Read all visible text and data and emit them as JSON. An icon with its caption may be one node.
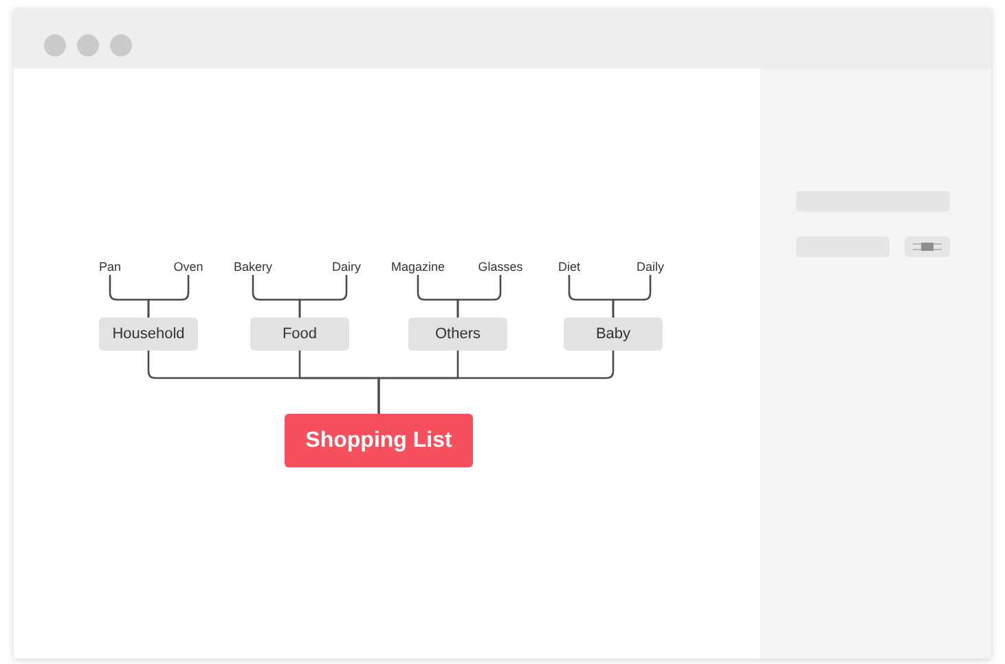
{
  "diagram": {
    "nodes": [
      {
        "text": [
          "Shopping List"
        ]
      },
      {
        "text": [
          "Household"
        ]
      },
      {
        "text": [
          "Food"
        ]
      },
      {
        "text": [
          "Others"
        ]
      },
      {
        "text": [
          "Baby"
        ]
      },
      {
        "text": [
          "Pan"
        ]
      },
      {
        "text": [
          "Oven"
        ]
      },
      {
        "text": [
          "Bakery"
        ]
      },
      {
        "text": [
          "Dairy"
        ]
      },
      {
        "text": [
          "Magazine"
        ]
      },
      {
        "text": [
          "Glasses"
        ]
      },
      {
        "text": [
          "Diet"
        ]
      },
      {
        "text": [
          "Daily"
        ]
      }
    ],
    "edges": [
      {
        "from": 0,
        "to": 1,
        "arrow": "none"
      },
      {
        "from": 0,
        "to": 2,
        "arrow": "none"
      },
      {
        "from": 0,
        "to": 3,
        "arrow": "none"
      },
      {
        "from": 0,
        "to": 4,
        "arrow": "none"
      },
      {
        "from": 1,
        "to": 5,
        "arrow": "none"
      },
      {
        "from": 1,
        "to": 6,
        "arrow": "none"
      },
      {
        "from": 2,
        "to": 7,
        "arrow": "none"
      },
      {
        "from": 2,
        "to": 8,
        "arrow": "none"
      },
      {
        "from": 3,
        "to": 9,
        "arrow": "none"
      },
      {
        "from": 3,
        "to": 10,
        "arrow": "none"
      },
      {
        "from": 4,
        "to": 11,
        "arrow": "none"
      },
      {
        "from": 4,
        "to": 12,
        "arrow": "none"
      }
    ]
  }
}
